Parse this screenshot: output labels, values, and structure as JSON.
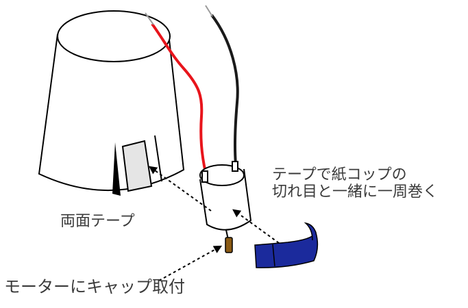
{
  "labels": {
    "double_sided_tape": "両面テープ",
    "wrap_line1": "テープで紙コップの",
    "wrap_line2": "切れ目と一緒に一周巻く",
    "motor_cap": "モーターにキャップ取付"
  },
  "colors": {
    "outline": "#000000",
    "red_wire": "#e8141b",
    "black_wire": "#1a1a1a",
    "wire_tip": "#9a9a9a",
    "tape_patch": "#e5e5e5",
    "blue_tape": "#1b2a9c",
    "motor_cap": "#8a5a14",
    "label_text": "#3a3a3a"
  }
}
